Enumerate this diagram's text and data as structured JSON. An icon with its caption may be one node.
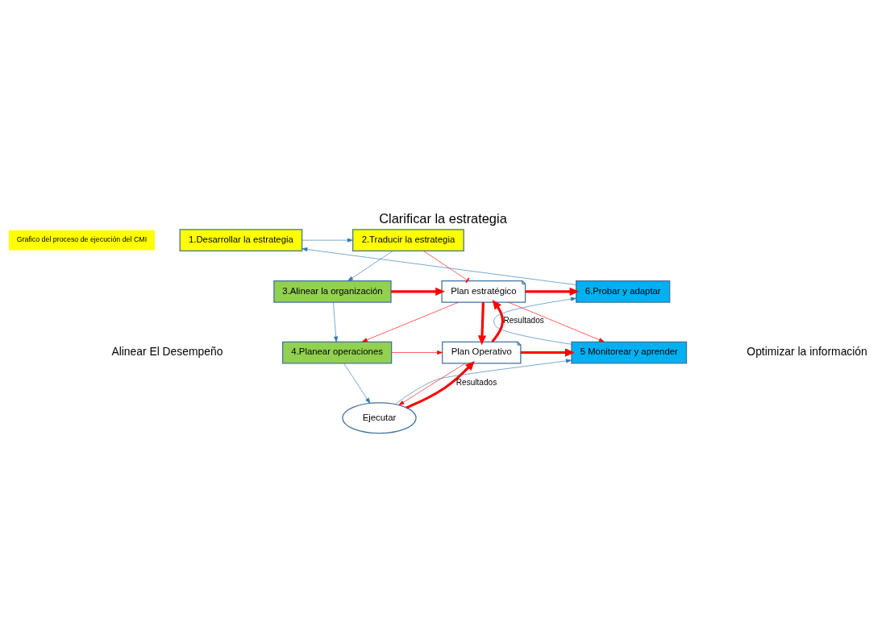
{
  "diagram": {
    "title": "Clarificar la estrategia",
    "nodes": [
      {
        "text": [
          "Grafico del proceso de ejecución del CMI"
        ]
      },
      {
        "text": [
          "1.Desarrollar la estrategia"
        ]
      },
      {
        "text": [
          "2.Traducir la estrategia"
        ]
      },
      {
        "text": [
          "3.Alinear la organización"
        ]
      },
      {
        "text": [
          "4.Planear operaciones"
        ]
      },
      {
        "text": [
          "Plan estratégico"
        ]
      },
      {
        "text": [
          "6.Probar y adaptar"
        ]
      },
      {
        "text": [
          "Plan Operativo"
        ]
      },
      {
        "text": [
          "5 Monitorear y aprender"
        ]
      },
      {
        "text": [
          "Ejecutar"
        ]
      }
    ],
    "edges": [
      {
        "from": 1,
        "to": 2,
        "arrow": "to",
        "color": "#2e75b6"
      },
      {
        "from": 2,
        "to": 3,
        "arrow": "to",
        "color": "#2e75b6"
      },
      {
        "from": 2,
        "to": 5,
        "arrow": "other"
      },
      {
        "from": 3,
        "to": 5,
        "arrow": "to",
        "style": "thick"
      },
      {
        "from": 3,
        "to": 4,
        "arrow": "to",
        "color": "#2e75b6"
      },
      {
        "from": 5,
        "to": 6,
        "arrow": "to",
        "style": "thick"
      },
      {
        "from": 5,
        "to": 4,
        "arrow": "to"
      },
      {
        "from": 5,
        "to": 8,
        "arrow": "to"
      },
      {
        "from": 5,
        "to": 7,
        "arrow": "to",
        "style": "thick"
      },
      {
        "from": 7,
        "to": 5,
        "arrow": "to",
        "style": "thick",
        "label": "Resultados"
      },
      {
        "from": 4,
        "to": 7,
        "arrow": "to"
      },
      {
        "from": 7,
        "to": 8,
        "arrow": "to",
        "style": "thick"
      },
      {
        "from": 7,
        "to": 9,
        "arrow": "to"
      },
      {
        "from": 9,
        "to": 7,
        "arrow": "to",
        "style": "thick",
        "label": "Resultados"
      },
      {
        "from": 4,
        "to": 9,
        "arrow": "to",
        "color": "#2e75b6"
      },
      {
        "from": 9,
        "to": 8,
        "arrow": "to",
        "color": "#2e75b6"
      },
      {
        "from": 8,
        "to": 6,
        "arrow": "to",
        "color": "#2e75b6"
      },
      {
        "from": 6,
        "to": 1,
        "arrow": "to",
        "color": "#2e75b6"
      }
    ],
    "labels": [
      "Alinear El Desempeño",
      "Optimizar la información"
    ]
  }
}
